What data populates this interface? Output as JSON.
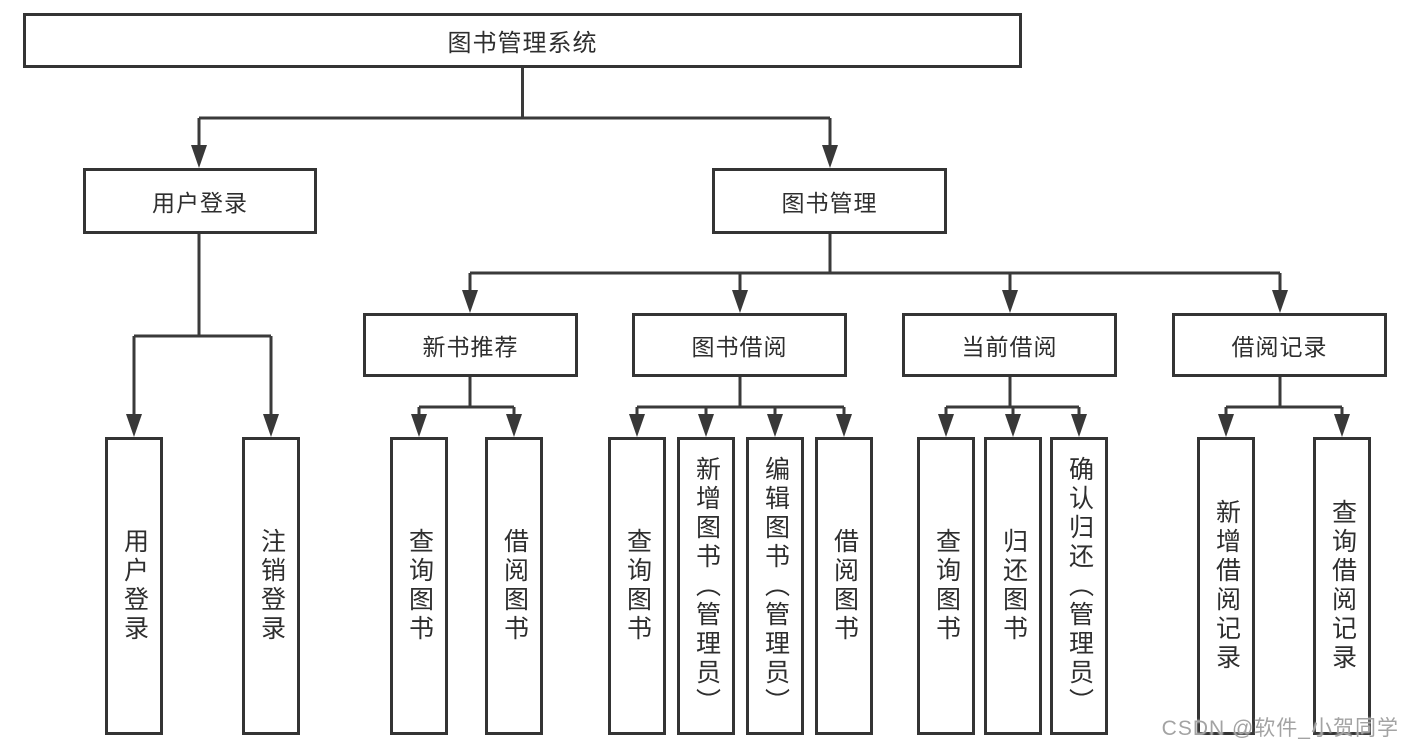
{
  "diagram": {
    "root": {
      "label": "图书管理系统"
    },
    "branches": [
      {
        "label": "用户登录",
        "children": [
          {
            "label": "用户登录"
          },
          {
            "label": "注销登录"
          }
        ]
      },
      {
        "label": "图书管理",
        "children": [
          {
            "label": "新书推荐",
            "children": [
              {
                "label": "查询图书"
              },
              {
                "label": "借阅图书"
              }
            ]
          },
          {
            "label": "图书借阅",
            "children": [
              {
                "label": "查询图书"
              },
              {
                "label": "新增图书（管理员）"
              },
              {
                "label": "编辑图书（管理员）"
              },
              {
                "label": "借阅图书"
              }
            ]
          },
          {
            "label": "当前借阅",
            "children": [
              {
                "label": "查询图书"
              },
              {
                "label": "归还图书"
              },
              {
                "label": "确认归还（管理员）"
              }
            ]
          },
          {
            "label": "借阅记录",
            "children": [
              {
                "label": "新增借阅记录"
              },
              {
                "label": "查询借阅记录"
              }
            ]
          }
        ]
      }
    ]
  },
  "watermark": {
    "text": "CSDN @软件_小贺同学"
  },
  "colors": {
    "line": "#3a3a3a",
    "box_border": "#343434",
    "text": "#2e2e2e",
    "watermark": "#a3a3a3",
    "background": "#ffffff"
  }
}
